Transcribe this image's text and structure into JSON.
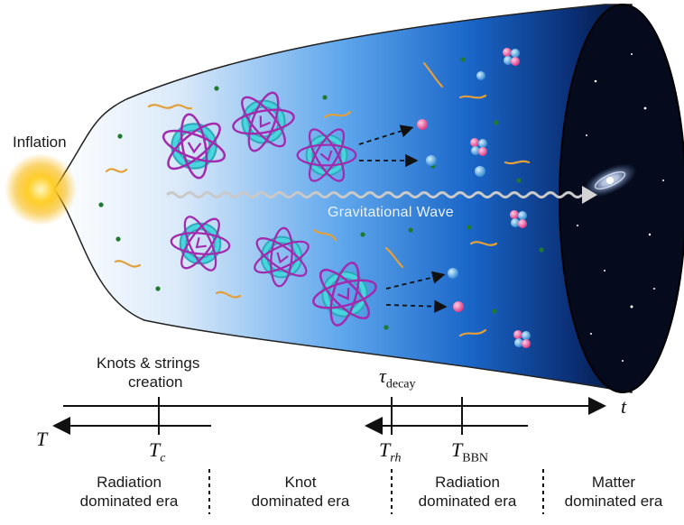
{
  "labels": {
    "inflation": "Inflation",
    "gravitational_wave": "Gravitational Wave",
    "knots_creation_line1": "Knots & strings",
    "knots_creation_line2": "creation",
    "tau": "τ",
    "tau_sub": "decay",
    "t_axis": "t",
    "T_axis": "T",
    "Tc": "T",
    "Tc_sub": "c",
    "Trh": "T",
    "Trh_sub": "rh",
    "Tbbn": "T",
    "Tbbn_sub": "BBN"
  },
  "eras": [
    {
      "line1": "Radiation",
      "line2": "dominated era"
    },
    {
      "line1": "Knot",
      "line2": "dominated era"
    },
    {
      "line1": "Radiation",
      "line2": "dominated era"
    },
    {
      "line1": "Matter",
      "line2": "dominated era"
    }
  ],
  "colors": {
    "funnel_light": "#ffffff",
    "funnel_mid": "#3a8be0",
    "funnel_dark": "#06204f",
    "knot_ring": "#3cc9d6",
    "knot_loop": "#b02bb8",
    "string": "#e3a03a",
    "dot": "#1f7a2e",
    "particle_pink": "#e0408e",
    "particle_blue": "#2f9be0",
    "inflation_glow": "#f6b400"
  },
  "icons": [
    "sun-glow-icon",
    "galaxy-icon",
    "knot-icon",
    "particle-icon",
    "wave-arrow-icon"
  ]
}
